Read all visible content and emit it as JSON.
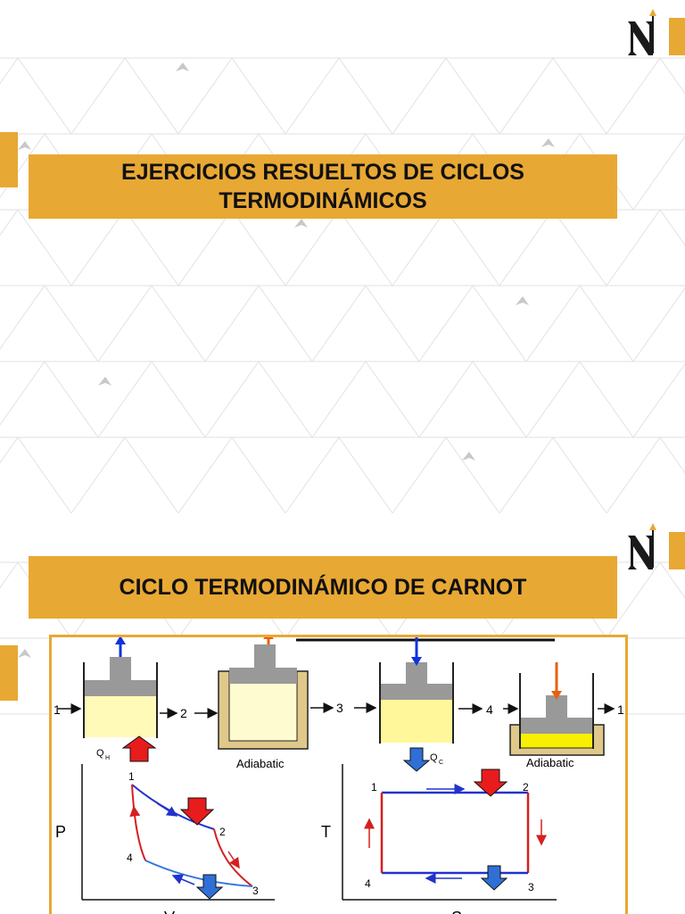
{
  "slides": [
    {
      "title_line1": "EJERCICIOS RESUELTOS DE CICLOS",
      "title_line2": "TERMODINÁMICOS"
    },
    {
      "title": "CICLO TERMODINÁMICO DE CARNOT",
      "figure": {
        "state_labels": [
          "1",
          "2",
          "3",
          "4",
          "1"
        ],
        "adiabatic_label_1": "Adiabatic",
        "adiabatic_label_2": "Adiabatic",
        "heat_in": "Q",
        "heat_in_sub": "H",
        "heat_out": "Q",
        "heat_out_sub": "C",
        "pv": {
          "y_axis_label": "P",
          "x_axis_label": "V",
          "points": [
            "1",
            "2",
            "3",
            "4"
          ]
        },
        "ts": {
          "y_axis_label": "T",
          "x_axis_label": "S",
          "points": [
            "1",
            "2",
            "3",
            "4"
          ]
        }
      }
    }
  ],
  "colors": {
    "accent": "#e8a834",
    "logo_dark": "#1a1a1a",
    "heat_in_arrow": "#e81c1c",
    "heat_out_arrow": "#2f6fd6",
    "isotherm": "#2233cc",
    "adiabat": "#d42020"
  }
}
